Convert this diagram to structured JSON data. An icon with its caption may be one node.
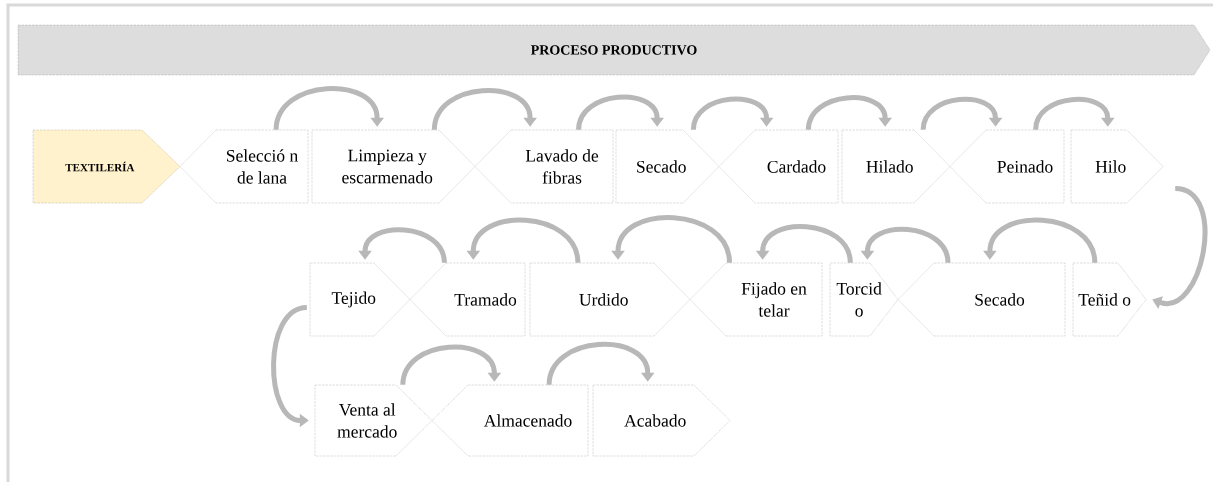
{
  "diagram": {
    "nodes": [
      {
        "text": [
          "PROCESO PRODUCTIVO"
        ]
      },
      {
        "text": [
          "TEXTILERÍA"
        ]
      },
      {
        "text": [
          "Selecció n de lana"
        ]
      },
      {
        "text": [
          "Limpieza y escarmenado"
        ]
      },
      {
        "text": [
          "Lavado de fibras"
        ]
      },
      {
        "text": [
          "Secado"
        ]
      },
      {
        "text": [
          "Cardado"
        ]
      },
      {
        "text": [
          "Hilado"
        ]
      },
      {
        "text": [
          "Peinado"
        ]
      },
      {
        "text": [
          "Hilo"
        ]
      },
      {
        "text": [
          "Tejido"
        ]
      },
      {
        "text": [
          "Tramado"
        ]
      },
      {
        "text": [
          "Urdido"
        ]
      },
      {
        "text": [
          "Fijado en telar"
        ]
      },
      {
        "text": [
          "Torcid o"
        ]
      },
      {
        "text": [
          "Secado"
        ]
      },
      {
        "text": [
          "Teñid o"
        ]
      },
      {
        "text": [
          "Venta al mercado"
        ]
      },
      {
        "text": [
          "Almacenado"
        ]
      },
      {
        "text": [
          "Acabado"
        ]
      }
    ],
    "edges": [
      {
        "from": 2,
        "to": 3,
        "arrow": "to"
      },
      {
        "from": 3,
        "to": 4,
        "arrow": "to"
      },
      {
        "from": 4,
        "to": 5,
        "arrow": "to"
      },
      {
        "from": 5,
        "to": 6,
        "arrow": "to"
      },
      {
        "from": 6,
        "to": 7,
        "arrow": "to"
      },
      {
        "from": 7,
        "to": 8,
        "arrow": "to"
      },
      {
        "from": 8,
        "to": 9,
        "arrow": "to"
      },
      {
        "from": 9,
        "to": 16,
        "arrow": "to"
      },
      {
        "from": 16,
        "to": 15,
        "arrow": "to"
      },
      {
        "from": 15,
        "to": 14,
        "arrow": "to"
      },
      {
        "from": 14,
        "to": 13,
        "arrow": "to"
      },
      {
        "from": 13,
        "to": 12,
        "arrow": "to"
      },
      {
        "from": 12,
        "to": 11,
        "arrow": "to"
      },
      {
        "from": 11,
        "to": 10,
        "arrow": "to"
      },
      {
        "from": 10,
        "to": 17,
        "arrow": "to"
      },
      {
        "from": 17,
        "to": 18,
        "arrow": "to"
      },
      {
        "from": 18,
        "to": 19,
        "arrow": "to"
      }
    ]
  }
}
